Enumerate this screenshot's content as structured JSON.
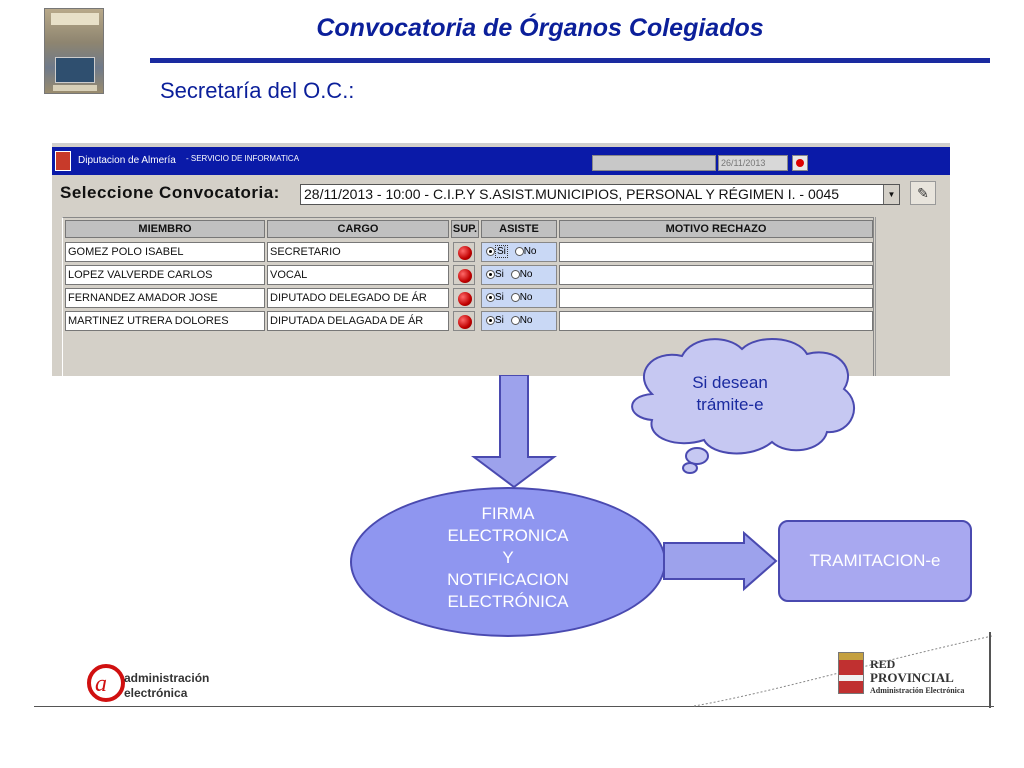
{
  "slide": {
    "title": "Convocatoria de Órganos Colegiados",
    "subtitle": "Secretaría del O.C.:"
  },
  "app": {
    "org_name": "Diputacion de Almería",
    "service_name": "- SERVICIO DE INFORMATICA",
    "header_date": "26/11/2013",
    "select_label": "Seleccione  Convocatoria:",
    "selected_convocatoria": "28/11/2013 - 10:00 - C.I.P.Y S.ASIST.MUNICIPIOS, PERSONAL Y RÉGIMEN I. - 0045",
    "columns": {
      "miembro": "MIEMBRO",
      "cargo": "CARGO",
      "sup": "SUP.",
      "asiste": "ASISTE",
      "motivo": "MOTIVO RECHAZO"
    },
    "radio_si": "Si",
    "radio_no": "No",
    "rows": [
      {
        "miembro": "GOMEZ POLO ISABEL",
        "cargo": "SECRETARIO",
        "motivo": ""
      },
      {
        "miembro": "LOPEZ VALVERDE CARLOS",
        "cargo": "VOCAL",
        "motivo": ""
      },
      {
        "miembro": "FERNANDEZ AMADOR JOSE",
        "cargo": "DIPUTADO DELEGADO DE ÁR",
        "motivo": ""
      },
      {
        "miembro": "MARTINEZ UTRERA DOLORES",
        "cargo": "DIPUTADA DELAGADA DE ÁR",
        "motivo": ""
      }
    ]
  },
  "flow": {
    "cloud_text": "Si desean trámite-e",
    "ellipse_lines": [
      "FIRMA",
      "ELECTRONICA",
      "Y",
      "NOTIFICACION",
      "ELECTRÓNICA"
    ],
    "tramitacion": "TRAMITACION-e"
  },
  "footer": {
    "ae_line1": "administración",
    "ae_line2": "electrónica",
    "red_line1": "RED",
    "red_line2": "PROVINCIAL",
    "red_line3": "Administración Electrónica"
  },
  "colors": {
    "title_blue": "#0b1f9a",
    "app_titlebar": "#0a1aa8",
    "flow_fill": "#8f96f0",
    "flow_arrow": "#9da2ec"
  },
  "icons": [
    "app-logo-icon",
    "status-record-icon",
    "dropdown-arrow-icon",
    "open-document-icon",
    "sup-red-button-icon",
    "at-sign-logo-icon",
    "coat-of-arms-icon"
  ]
}
